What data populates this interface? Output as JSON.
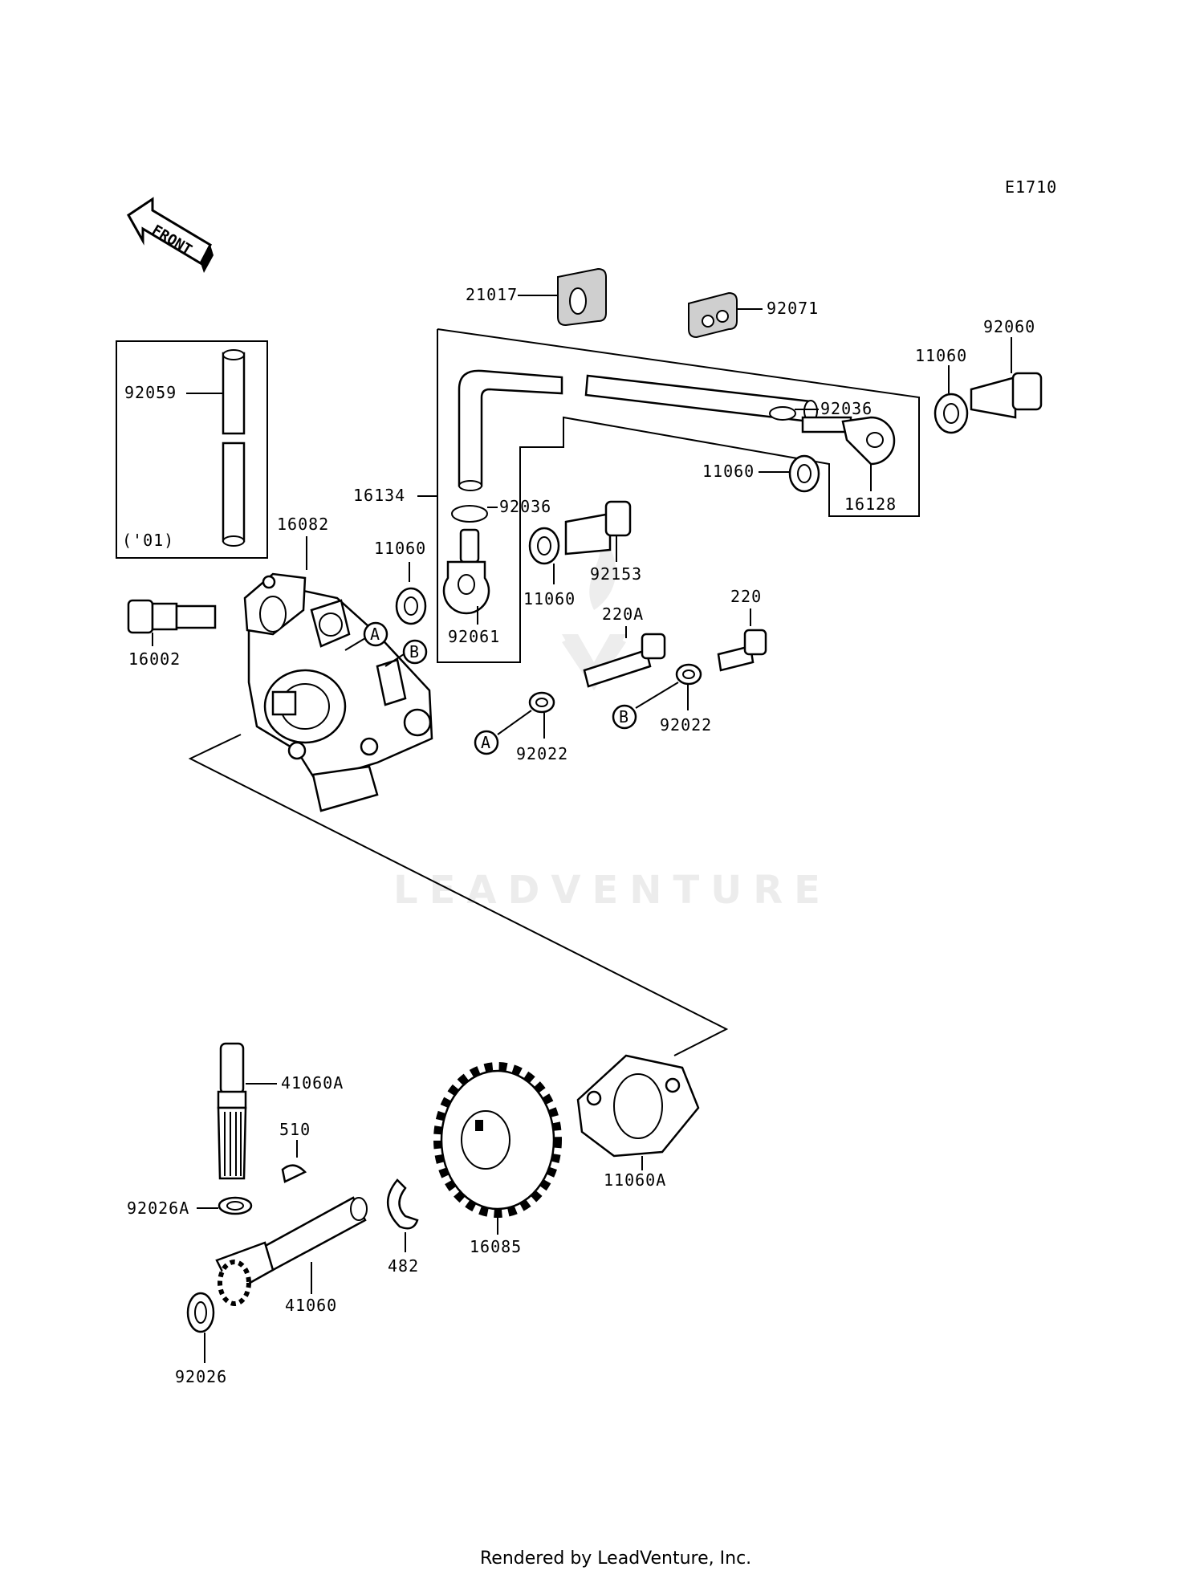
{
  "diagram": {
    "code": "E1710",
    "front_label": "FRONT",
    "footer": "Rendered by LeadVenture, Inc.",
    "watermark": "LEADVENTURE",
    "callouts": {
      "p21017": "21017",
      "p92071": "92071",
      "p92060": "92060",
      "p11060_a": "11060",
      "p92036_a": "92036",
      "p92059": "92059",
      "p01": "('01)",
      "p16134": "16134",
      "p92036_b": "92036",
      "p11060_b": "11060",
      "p16128": "16128",
      "p16082": "16082",
      "p11060_c": "11060",
      "p11060_d": "11060",
      "p92153": "92153",
      "p220A": "220A",
      "p220": "220",
      "p16002": "16002",
      "p92061": "92061",
      "p92022_a": "92022",
      "p92022_b": "92022",
      "refA1": "A",
      "refB1": "B",
      "refA2": "A",
      "refB2": "B",
      "p41060A": "41060A",
      "p510": "510",
      "p92026A": "92026A",
      "p482": "482",
      "p16085": "16085",
      "p11060A": "11060A",
      "p41060": "41060",
      "p92026": "92026"
    }
  }
}
